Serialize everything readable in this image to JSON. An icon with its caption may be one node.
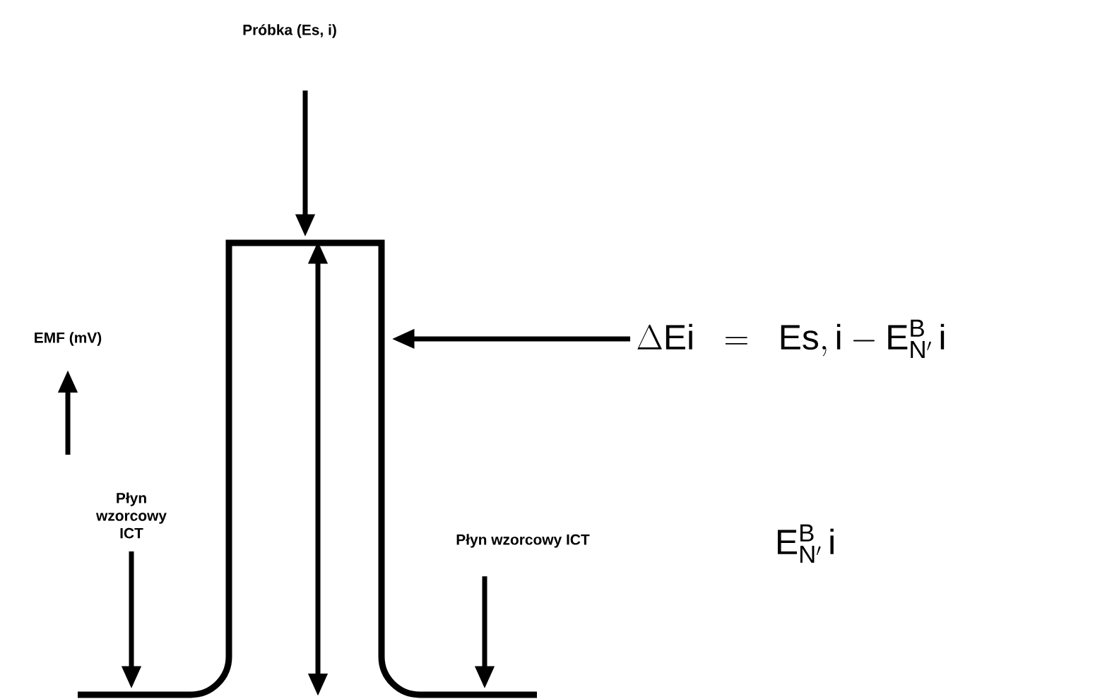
{
  "diagram": {
    "nodes": [
      {
        "text": [
          "Próbka (Es, i)"
        ]
      },
      {
        "text": [],
        "shape": "line"
      },
      {
        "text": [
          "\\Delta\\mathrm{Ei}\\ \\ =\\ \\ \\mathrm{Es,i} - \\mathrm{E}^{\\mathrm{B}}_{\\mathrm{N}'}\\,\\mathrm{i}"
        ]
      },
      {
        "text": [
          "Płyn wzorcowy ICT"
        ]
      },
      {
        "text": [
          "Płyn wzorcowy ICT"
        ]
      },
      {
        "text": [],
        "shape": "line"
      },
      {
        "text": [],
        "shape": "line"
      }
    ],
    "edges": [
      {
        "from": 0,
        "to": 1,
        "arrow": "to"
      },
      {
        "from": 2,
        "to": 1,
        "arrow": "to"
      },
      {
        "from": 3,
        "to": 5,
        "arrow": "to"
      },
      {
        "from": 4,
        "to": 6,
        "arrow": "to"
      },
      {
        "from": null,
        "to": 1,
        "arrow": "both"
      }
    ],
    "labels": [
      "EMF (mV)",
      "\\mathrm{E}^{\\mathrm{B}}_{\\mathrm{N}'}\\,\\mathrm{i}"
    ]
  }
}
